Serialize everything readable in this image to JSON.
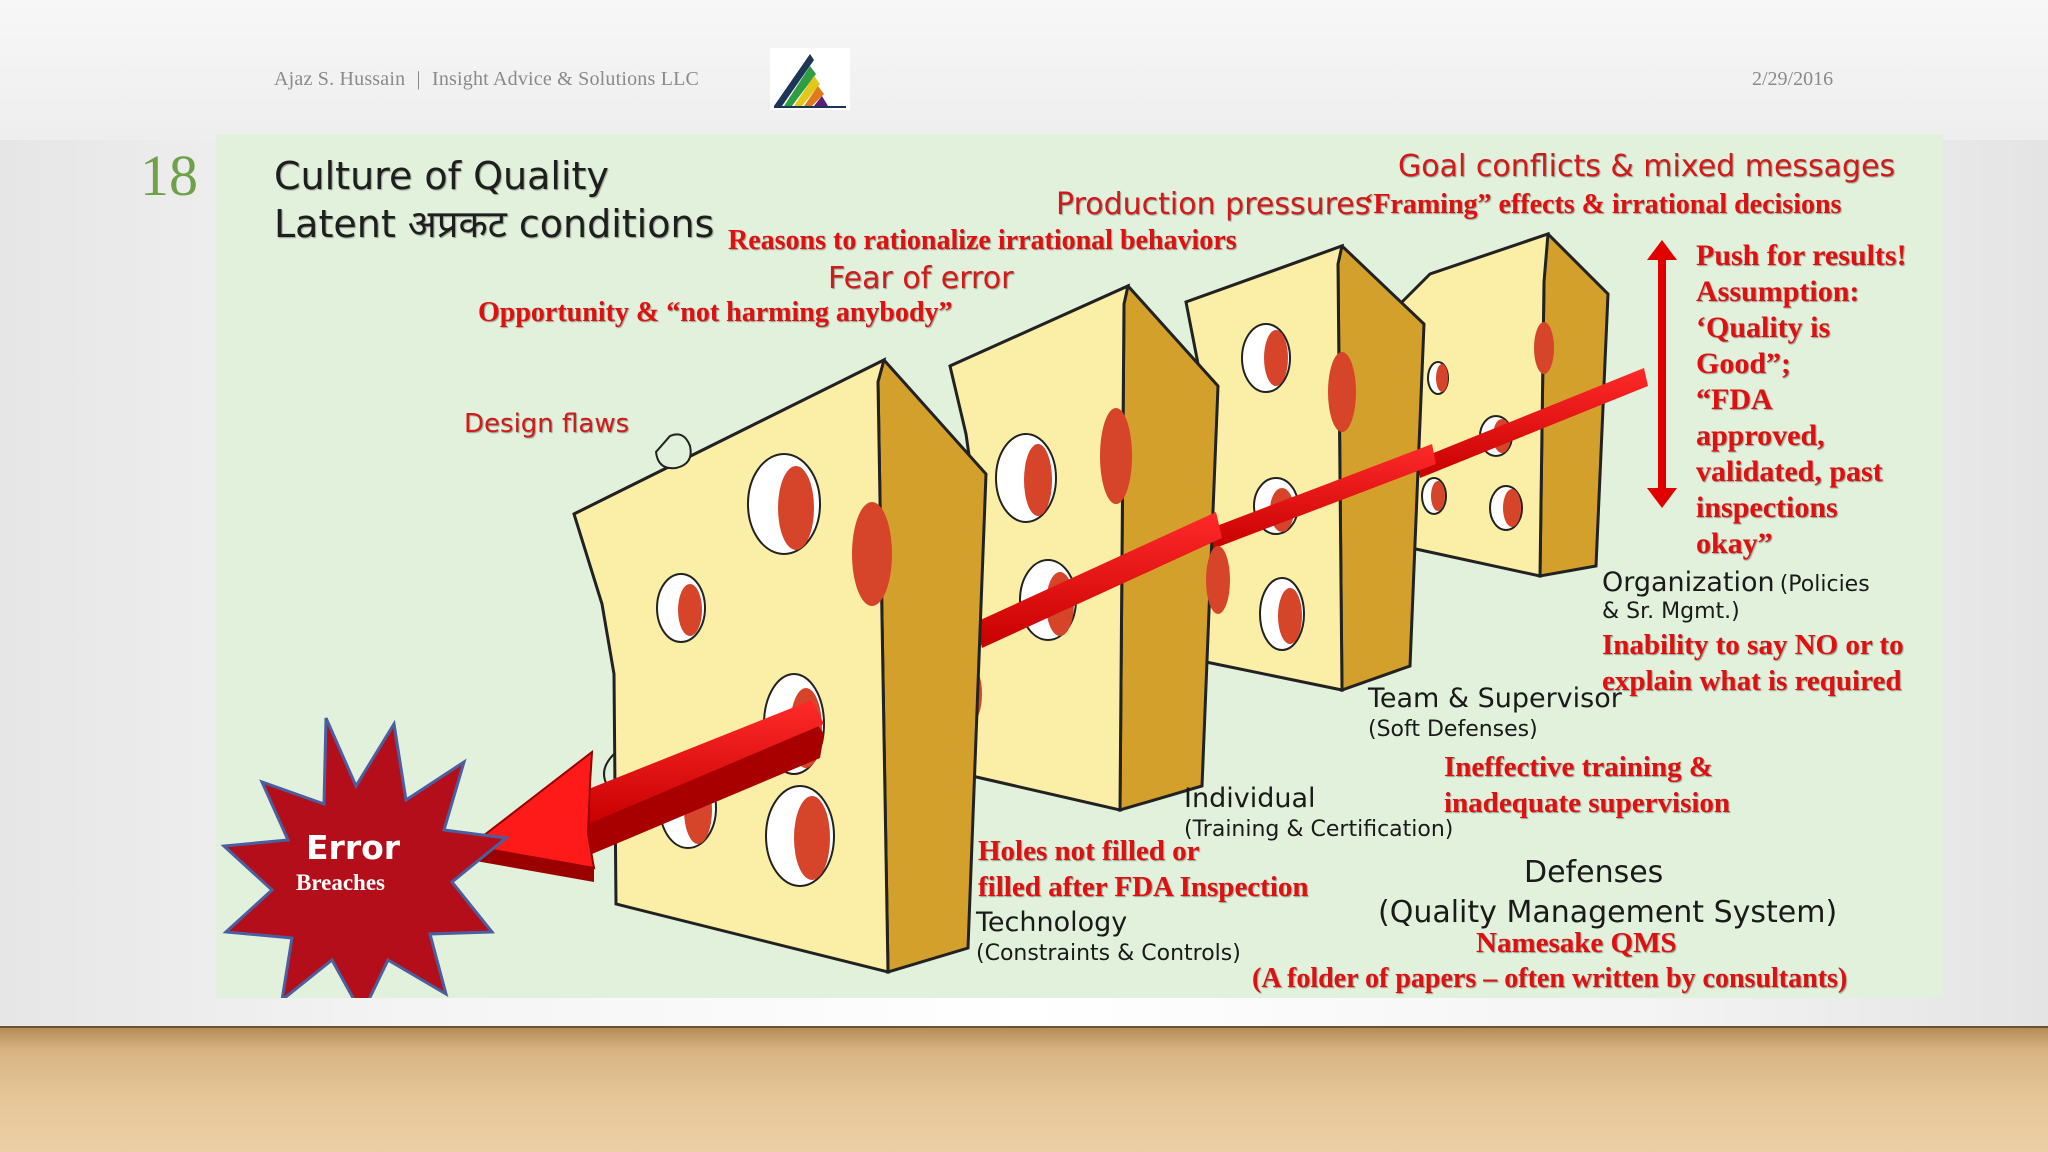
{
  "header": {
    "author": "Ajaz S. Hussain",
    "separator": "|",
    "company": "Insight Advice & Solutions LLC",
    "date": "2/29/2016"
  },
  "slide_number": "18",
  "title": {
    "line1": "Culture of Quality",
    "line2": "Latent अप्रकट conditions"
  },
  "latent_conditions": {
    "goal_conflicts": "Goal conflicts & mixed messages",
    "production_pressures": "Production pressures",
    "framing": "‘Framing” effects & irrational decisions",
    "reasons": "Reasons to rationalize irrational behaviors",
    "fear": "Fear of error",
    "opportunity": "Opportunity & “not harming anybody”",
    "design_flaws": "Design flaws"
  },
  "push_note": {
    "lines": [
      "Push for results!",
      "Assumption:",
      "‘Quality is",
      "Good”;",
      "“FDA",
      "approved,",
      "validated, past",
      "inspections",
      "okay”"
    ]
  },
  "layers": {
    "organization": {
      "label": "Organization",
      "detail": "(Policies",
      "detail2": "& Sr. Mgmt.)"
    },
    "organization_issue": {
      "line1": "Inability to say NO or to",
      "line2": "explain what is required"
    },
    "team": {
      "label": "Team & Supervisor",
      "detail": "(Soft Defenses)"
    },
    "team_issue": {
      "line1": "Ineffective training &",
      "line2": "inadequate supervision"
    },
    "individual": {
      "label": "Individual",
      "detail": "(Training & Certification)"
    },
    "technology": {
      "label": "Technology",
      "detail": "(Constraints & Controls)"
    },
    "holes": {
      "line1": "Holes not filled or",
      "line2": "filled after FDA Inspection"
    }
  },
  "defenses": {
    "line1": "Defenses",
    "line2": "(Quality Management System)",
    "namesake": "Namesake QMS",
    "folder": "(A folder of papers – often written by consultants)"
  },
  "error_burst": {
    "label": "Error",
    "sublabel": "Breaches"
  },
  "colors": {
    "panel_bg": "#e1f1db",
    "cheese_face": "#fbeea7",
    "cheese_side": "#d3a02c",
    "hole": "#d6442a",
    "arrow": "#e00000",
    "burst": "#b40e1a",
    "slide_number": "#6ea14a"
  }
}
